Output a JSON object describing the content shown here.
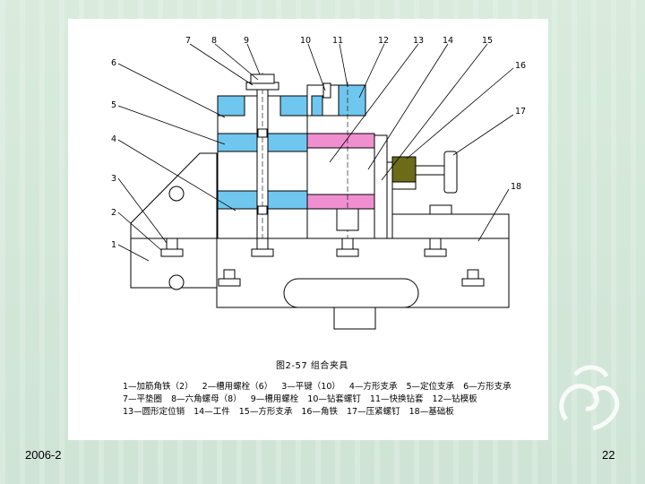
{
  "figure": {
    "caption": "图2-57  组合夹具",
    "callouts": [
      "1",
      "2",
      "3",
      "4",
      "5",
      "6",
      "7",
      "8",
      "9",
      "10",
      "11",
      "12",
      "13",
      "14",
      "15",
      "16",
      "17",
      "18"
    ],
    "legend": [
      "1—加筋角铁（2）",
      "2—槽用螺栓（6）",
      "3—平键（10）",
      "4—方形支承",
      "5—定位支承",
      "6—方形支承",
      "7—平垫圈",
      "8—六角螺母（8）",
      "9—槽用螺栓",
      "10—钻套螺钉",
      "11—快换钻套",
      "12—钻模板",
      "13—圆形定位销",
      "14—工件",
      "15—方形支承",
      "16—角铁",
      "17—压紧螺钉",
      "18—基础板"
    ]
  },
  "footer": {
    "date": "2006-2",
    "page": "22"
  },
  "colors": {
    "background": "#d3e6d9",
    "blue_part": "#6fc6ee",
    "pink_part": "#f08fd0",
    "olive_part": "#6b6b18"
  }
}
